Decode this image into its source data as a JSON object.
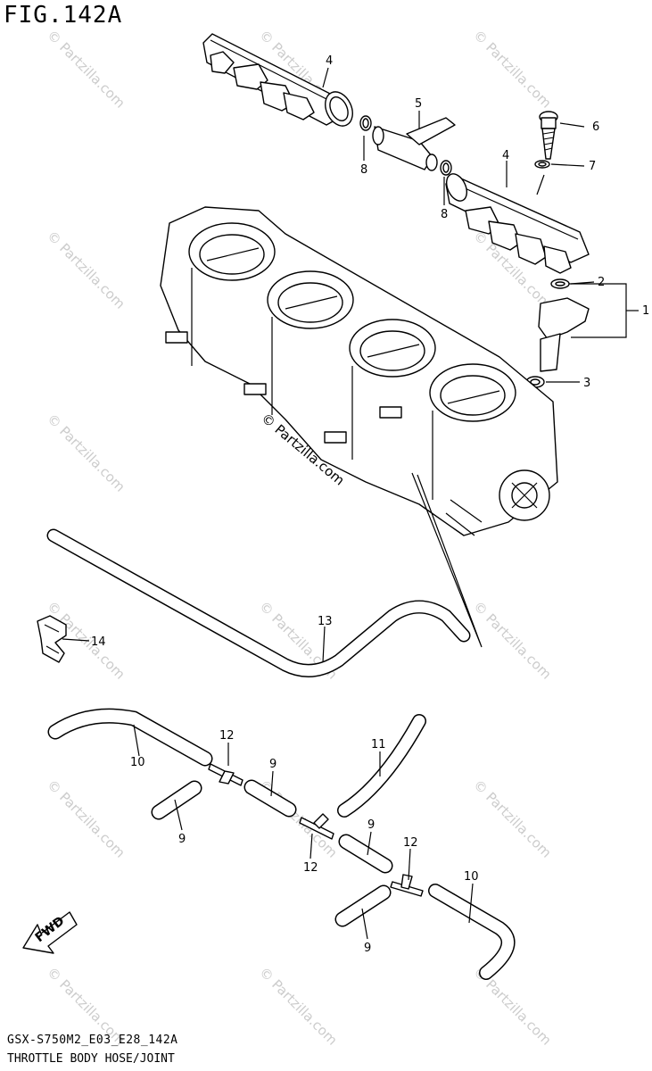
{
  "figure": {
    "title": "FIG.142A",
    "code": "GSX-S750M2_E03_E28_142A",
    "caption": "THROTTLE BODY HOSE/JOINT"
  },
  "watermark": {
    "main": "© Partzilla.com",
    "repeat": "© Partzilla.com"
  },
  "fwd_label": "FWD",
  "callouts": [
    {
      "id": "c1",
      "label": "1"
    },
    {
      "id": "c2",
      "label": "2"
    },
    {
      "id": "c3",
      "label": "3"
    },
    {
      "id": "c4a",
      "label": "4"
    },
    {
      "id": "c4b",
      "label": "4"
    },
    {
      "id": "c5",
      "label": "5"
    },
    {
      "id": "c6",
      "label": "6"
    },
    {
      "id": "c7",
      "label": "7"
    },
    {
      "id": "c8a",
      "label": "8"
    },
    {
      "id": "c8b",
      "label": "8"
    },
    {
      "id": "c9a",
      "label": "9"
    },
    {
      "id": "c9b",
      "label": "9"
    },
    {
      "id": "c9c",
      "label": "9"
    },
    {
      "id": "c9d",
      "label": "9"
    },
    {
      "id": "c10a",
      "label": "10"
    },
    {
      "id": "c10b",
      "label": "10"
    },
    {
      "id": "c11",
      "label": "11"
    },
    {
      "id": "c12a",
      "label": "12"
    },
    {
      "id": "c12b",
      "label": "12"
    },
    {
      "id": "c12c",
      "label": "12"
    },
    {
      "id": "c13",
      "label": "13"
    },
    {
      "id": "c14",
      "label": "14"
    }
  ]
}
